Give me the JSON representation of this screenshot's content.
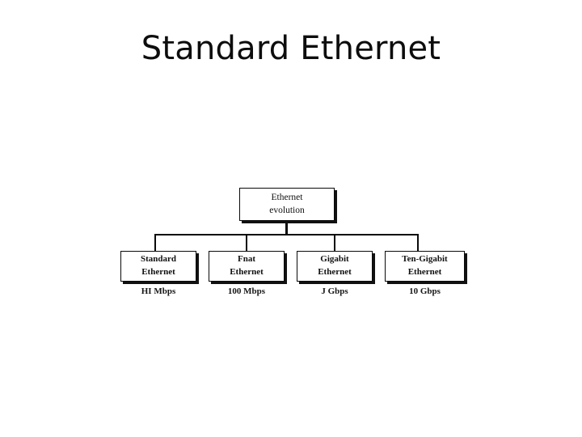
{
  "slide": {
    "title": "Standard Ethernet",
    "background_color": "#ffffff",
    "text_color": "#0d0d0d"
  },
  "figure": {
    "name": "ethernet-evolution-tree",
    "root": {
      "line1": "Ethernet",
      "line2": "evolution"
    },
    "children": [
      {
        "id": "standard",
        "line1": "Standard",
        "line2": "Ethernet",
        "caption": "HI Mbps"
      },
      {
        "id": "fast",
        "line1": "Fnat",
        "line2": "Ethernet",
        "caption": "100 Mbps"
      },
      {
        "id": "gigabit",
        "line1": "Gigabit",
        "line2": "Ethernet",
        "caption": "J Gbps"
      },
      {
        "id": "tengigabit",
        "line1": "Ten-Gigabit",
        "line2": "Ethernet",
        "caption": "10 Gbps"
      }
    ]
  }
}
